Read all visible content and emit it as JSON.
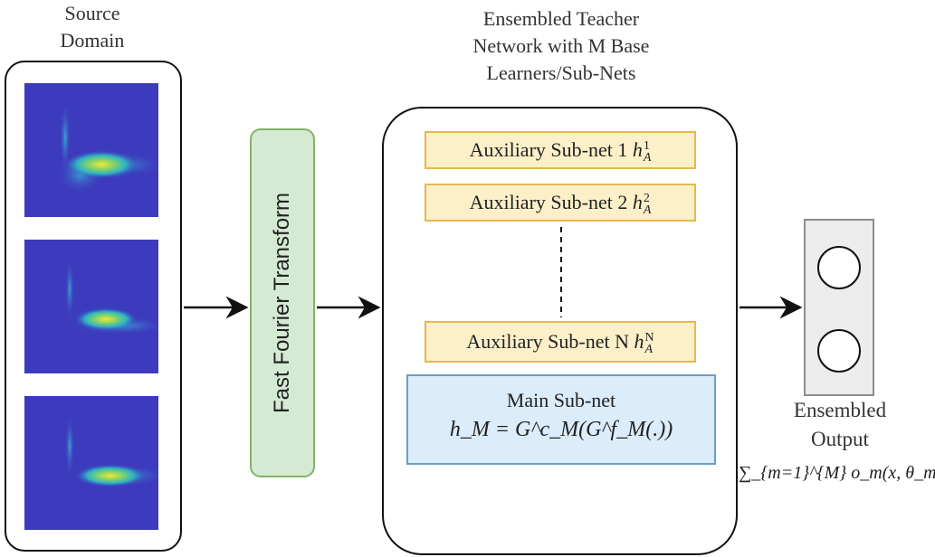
{
  "source": {
    "title_line1": "Source",
    "title_line2": "Domain"
  },
  "fft": {
    "label": "Fast Fourier Transform"
  },
  "teacher": {
    "title_line1": "Ensembled Teacher",
    "title_line2": "Network with M Base",
    "title_line3": "Learners/Sub-Nets",
    "aux": [
      {
        "label": "Auxiliary Sub-net 1",
        "math_base": "h",
        "math_sup": "1",
        "math_sub": "A"
      },
      {
        "label": "Auxiliary Sub-net 2",
        "math_base": "h",
        "math_sup": "2",
        "math_sub": "A"
      },
      {
        "label": "Auxiliary Sub-net N",
        "math_base": "h",
        "math_sup": "N",
        "math_sub": "A"
      }
    ],
    "main_label": "Main Sub-net",
    "main_formula": "h_M = G^c_M(G^f_M(.))"
  },
  "output": {
    "title_line1": "Ensembled",
    "title_line2": "Output",
    "formula": "∑_{m=1}^{M} o_m(x, θ_m)"
  },
  "colors": {
    "spectrogram_bg": "#3c3bbd",
    "fft_fill": "#d5ead3",
    "aux_fill": "#fdf0c9",
    "main_fill": "#dbecfa",
    "output_fill": "#ececec"
  }
}
